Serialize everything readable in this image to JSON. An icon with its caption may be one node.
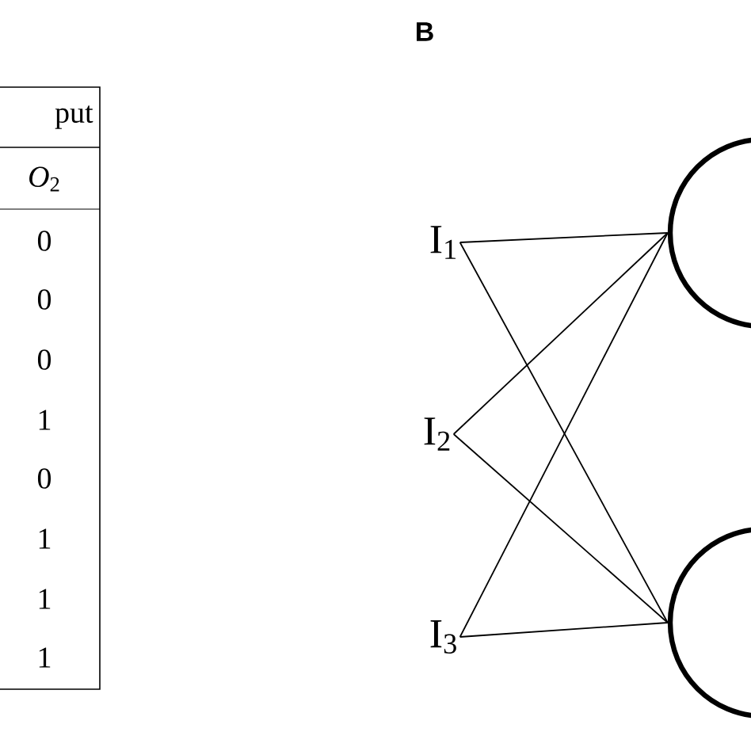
{
  "diagram": {
    "nodes": [
      {
        "text": [
          "I$_{1}$"
        ]
      },
      {
        "text": [
          "I$_{2}$"
        ]
      },
      {
        "text": [
          "I$_{3}$"
        ]
      },
      {
        "text": [],
        "shape": "circle"
      },
      {
        "text": [],
        "shape": "circle"
      }
    ],
    "edges": [
      {
        "from": 0,
        "to": 3,
        "arrow": "none"
      },
      {
        "from": 0,
        "to": 4,
        "arrow": "none"
      },
      {
        "from": 1,
        "to": 3,
        "arrow": "none"
      },
      {
        "from": 1,
        "to": 4,
        "arrow": "none"
      },
      {
        "from": 2,
        "to": 3,
        "arrow": "none"
      },
      {
        "from": 2,
        "to": 4,
        "arrow": "none"
      }
    ],
    "labels": [
      "put",
      "*O*$_{2}$",
      "0",
      "0",
      "0",
      "1",
      "0",
      "1",
      "1",
      "1",
      "B"
    ]
  }
}
